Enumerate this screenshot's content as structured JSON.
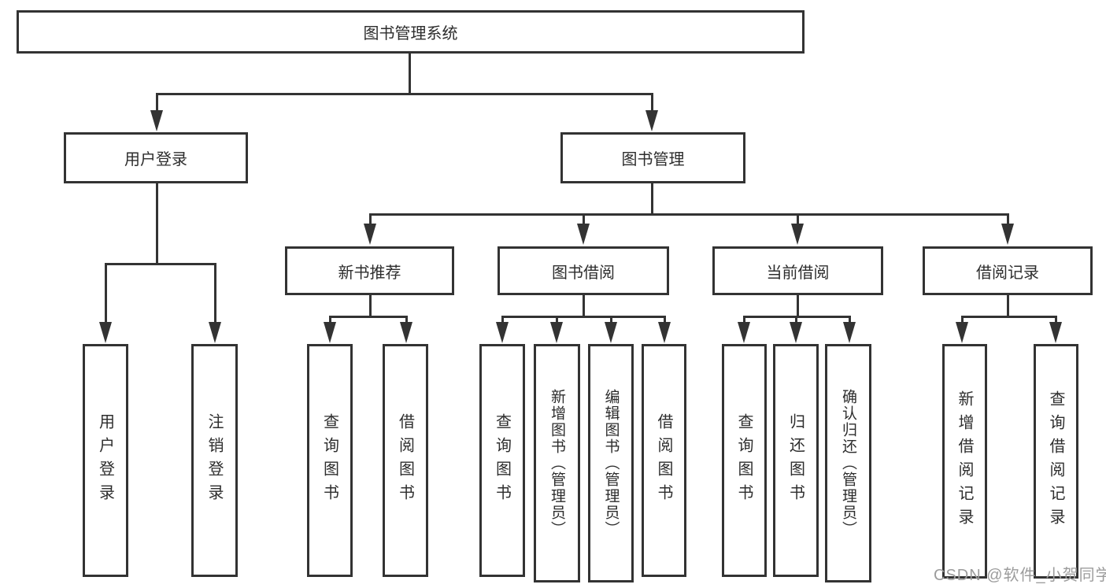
{
  "diagram": {
    "root": {
      "label": "图书管理系统"
    },
    "level2": [
      {
        "id": "user-login",
        "label": "用户登录"
      },
      {
        "id": "book-management",
        "label": "图书管理"
      }
    ],
    "level3": [
      {
        "id": "new-book-recommend",
        "label": "新书推荐",
        "parent": "book-management"
      },
      {
        "id": "book-borrowing",
        "label": "图书借阅",
        "parent": "book-management"
      },
      {
        "id": "current-borrowing",
        "label": "当前借阅",
        "parent": "book-management"
      },
      {
        "id": "borrowing-records",
        "label": "借阅记录",
        "parent": "book-management"
      }
    ],
    "leaves": [
      {
        "id": "user-login-action",
        "label": "用户登录",
        "parent": "user-login"
      },
      {
        "id": "logout-action",
        "label": "注销登录",
        "parent": "user-login"
      },
      {
        "id": "query-books-recommend",
        "label": "查询图书",
        "parent": "new-book-recommend"
      },
      {
        "id": "borrow-books-recommend",
        "label": "借阅图书",
        "parent": "new-book-recommend"
      },
      {
        "id": "query-books-borrowing",
        "label": "查询图书",
        "parent": "book-borrowing"
      },
      {
        "id": "add-books-admin",
        "label": "新增图书（管理员）",
        "parent": "book-borrowing"
      },
      {
        "id": "edit-books-admin",
        "label": "编辑图书（管理员）",
        "parent": "book-borrowing"
      },
      {
        "id": "borrow-books-borrowing",
        "label": "借阅图书",
        "parent": "book-borrowing"
      },
      {
        "id": "query-books-current",
        "label": "查询图书",
        "parent": "current-borrowing"
      },
      {
        "id": "return-books",
        "label": "归还图书",
        "parent": "current-borrowing"
      },
      {
        "id": "confirm-return-admin",
        "label": "确认归还（管理员）",
        "parent": "current-borrowing"
      },
      {
        "id": "add-borrowing-record",
        "label": "新增借阅记录",
        "parent": "borrowing-records"
      },
      {
        "id": "query-borrowing-record",
        "label": "查询借阅记录",
        "parent": "borrowing-records"
      }
    ]
  },
  "watermark": {
    "text": "CSDN @软件_小贺同学"
  },
  "colors": {
    "line": "#333333",
    "background": "#ffffff",
    "watermark": "#9c9c9c"
  }
}
